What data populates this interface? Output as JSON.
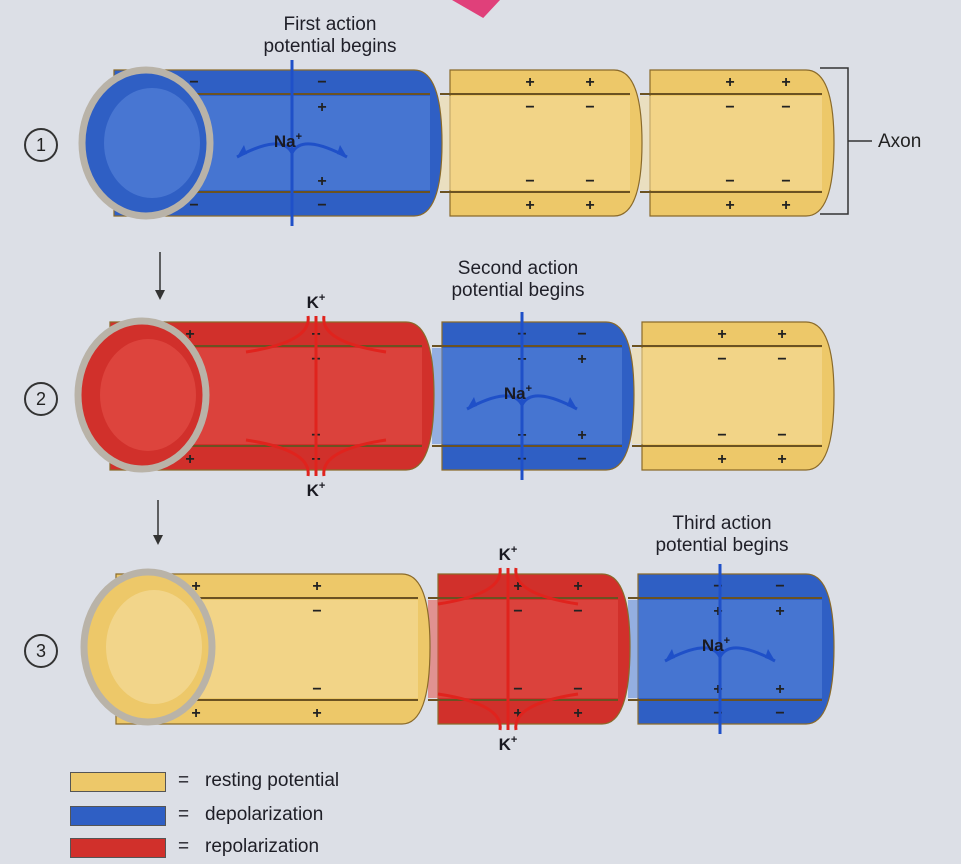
{
  "labels": {
    "first_action_line1": "First action",
    "first_action_line2": "potential begins",
    "second_action_line1": "Second action",
    "second_action_line2": "potential begins",
    "third_action_line1": "Third action",
    "third_action_line2": "potential begins",
    "axon": "Axon",
    "na_ion": "Na",
    "k_ion": "K",
    "ion_charge": "+"
  },
  "steps": [
    {
      "number": "1",
      "segments": [
        "depolarization",
        "resting",
        "resting"
      ]
    },
    {
      "number": "2",
      "segments": [
        "repolarization",
        "depolarization",
        "resting"
      ]
    },
    {
      "number": "3",
      "segments": [
        "resting",
        "repolarization",
        "depolarization"
      ]
    }
  ],
  "legend": [
    {
      "key": "resting",
      "eq": "=",
      "text": "resting potential",
      "color": "#edc869"
    },
    {
      "key": "depolarization",
      "eq": "=",
      "text": "depolarization",
      "color": "#2f5fc4"
    },
    {
      "key": "repolarization",
      "eq": "=",
      "text": "repolarization",
      "color": "#d1302b"
    }
  ],
  "colors": {
    "resting": "#edc869",
    "resting_light": "#f5dea0",
    "depolarization": "#2f5fc4",
    "depolarization_light": "#5a86dc",
    "repolarization": "#d1302b",
    "repolarization_light": "#e4524a",
    "membrane_outline": "#8a6a2a",
    "na_arrow": "#1f50c8",
    "k_arrow": "#e0231d"
  },
  "charges": {
    "plus": "+",
    "minus": "−"
  }
}
